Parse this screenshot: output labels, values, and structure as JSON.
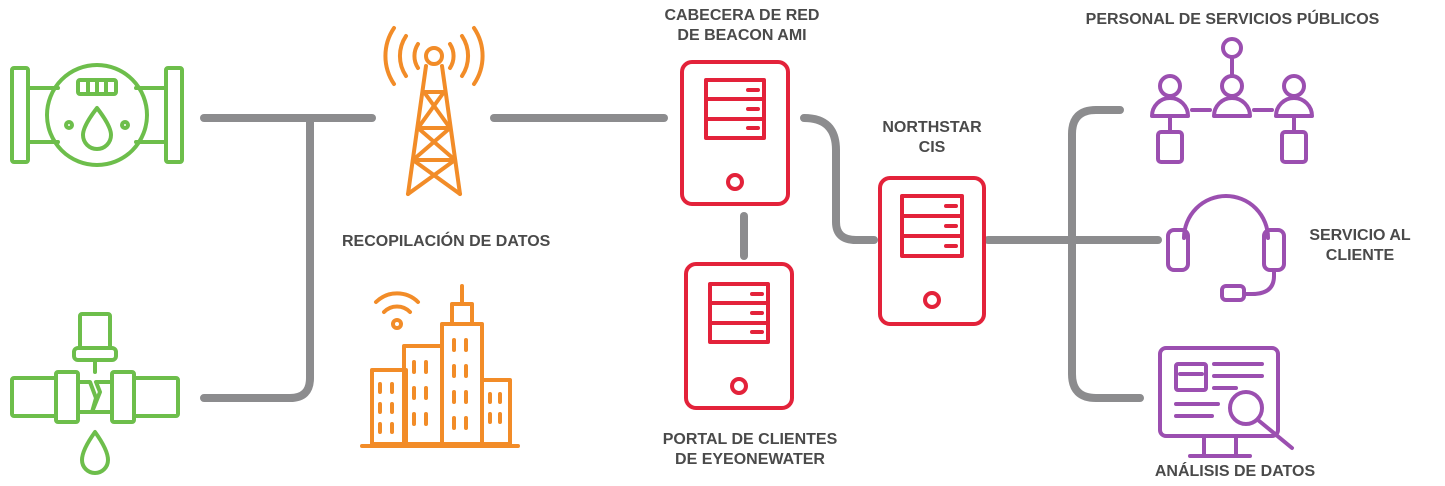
{
  "labels": {
    "data_collection": "RECOPILACIÓN DE DATOS",
    "headend_line1": "CABECERA DE RED",
    "headend_line2": "DE BEACON AMI",
    "portal_line1": "PORTAL DE CLIENTES",
    "portal_line2": "DE EYEONEWATER",
    "cis_line1": "NORTHSTAR",
    "cis_line2": "CIS",
    "utility_staff": "PERSONAL DE SERVICIOS PÚBLICOS",
    "service_line1": "SERVICIO AL",
    "service_line2": "CLIENTE",
    "analytics": "ANÁLISIS DE DATOS"
  },
  "colors": {
    "connector": "#8c8c8e",
    "endpoints": "#6dbe4b",
    "collection": "#f28c28",
    "servers": "#e3223a",
    "outputs": "#9b4fb0",
    "text": "#4a4a4a"
  },
  "icons": {
    "water_meter": "water-meter-icon",
    "leak_pipe": "leaking-pipe-icon",
    "tower": "radio-tower-icon",
    "city": "smart-city-icon",
    "headend_server": "server-icon",
    "portal_server": "server-icon",
    "cis_server": "server-icon",
    "staff": "org-chart-people-icon",
    "service": "headset-icon",
    "analytics": "monitor-magnifier-icon"
  }
}
